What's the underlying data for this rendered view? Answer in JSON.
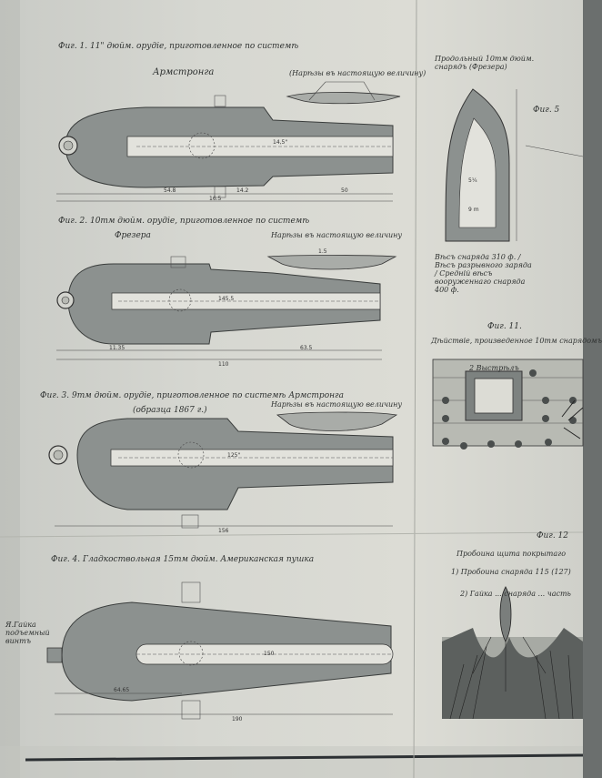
{
  "page": {
    "fig1_title": "Фиг. 1. 11\" дюйм. орудіе, приготовленное по системѣ",
    "fig1_system": "Армстронга",
    "fig1_note": "(Нарѣзы въ настоящую величину)",
    "fig2_title": "Фиг. 2. 10тм дюйм. орудіе, приготовленное по системѣ",
    "fig2_system": "Фрезера",
    "fig2_note": "Нарѣзы въ настоящую величину",
    "fig3_title": "Фиг. 3. 9тм дюйм. орудіе, приготовленное по системѣ Армстронга",
    "fig3_year": "(образца 1867 г.)",
    "fig3_note": "Нарѣзы въ настоящую величину",
    "fig4_title": "Фиг. 4. Гладкоствольная 15тм дюйм. Американская пушка",
    "fig4_side": "Я.Гайка подъемный винтъ",
    "fig5_title": "Продольный 10тм дюйм. снарядъ (Фрезера)",
    "fig5_label": "Фиг. 5",
    "fig5_weights": "Вѣсъ снаряда 310 ф. / Вѣсъ разрывного заряда / Средній вѣсъ вооруженнаго снаряда 400 ф.",
    "fig11_title": "Фиг. 11.",
    "fig11_caption": "Дѣйствіе, произведенное 10тм снарядомъ",
    "fig11_target": "2 Выстрѣлъ",
    "fig_bottom_right": "Фиг. 12",
    "text_right_1": "Пробоина щита покрытаго",
    "text_right_2": "1) Пробоина снаряда 115 (127)",
    "text_right_3": "2) Гайка ... снаряда ... часть"
  }
}
